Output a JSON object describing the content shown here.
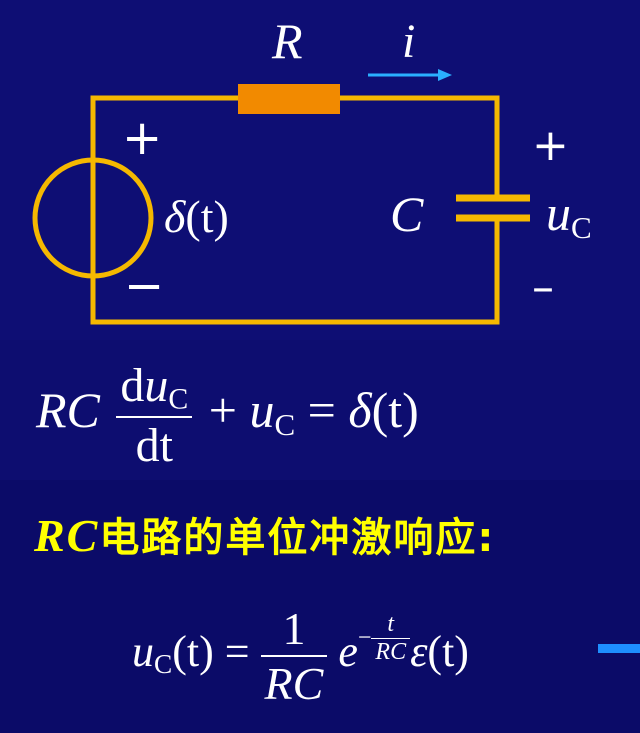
{
  "circuit": {
    "resistor_label": "R",
    "current_label": "i",
    "source_label_symbol": "δ",
    "source_label_arg": "(t)",
    "source_plus": "+",
    "source_minus": "−",
    "capacitor_label": "C",
    "voltage_label_main": "u",
    "voltage_label_sub": "C",
    "voltage_plus": "+",
    "voltage_minus": "–",
    "colors": {
      "wire": "#f5b800",
      "resistor": "#f28a00",
      "arrow": "#2ab0ff"
    }
  },
  "equation": {
    "lhs_coeff": "RC",
    "num_d": "d",
    "num_u": "u",
    "num_sub": "C",
    "den": "dt",
    "plus": "+",
    "term_u": "u",
    "term_sub": "C",
    "equals": "=",
    "rhs_symbol": "δ",
    "rhs_arg": "(t)"
  },
  "title": {
    "rc": "RC",
    "text": "电路的单位冲激响应:",
    "color": "#ffff00"
  },
  "solution": {
    "lhs_u": "u",
    "lhs_sub": "C",
    "lhs_arg": "(t)",
    "equals": "=",
    "frac_num": "1",
    "frac_den": "RC",
    "base": "e",
    "exp_sign": "−",
    "exp_num": "t",
    "exp_den": "RC",
    "step_symbol": "ε",
    "step_arg": "(t)"
  }
}
